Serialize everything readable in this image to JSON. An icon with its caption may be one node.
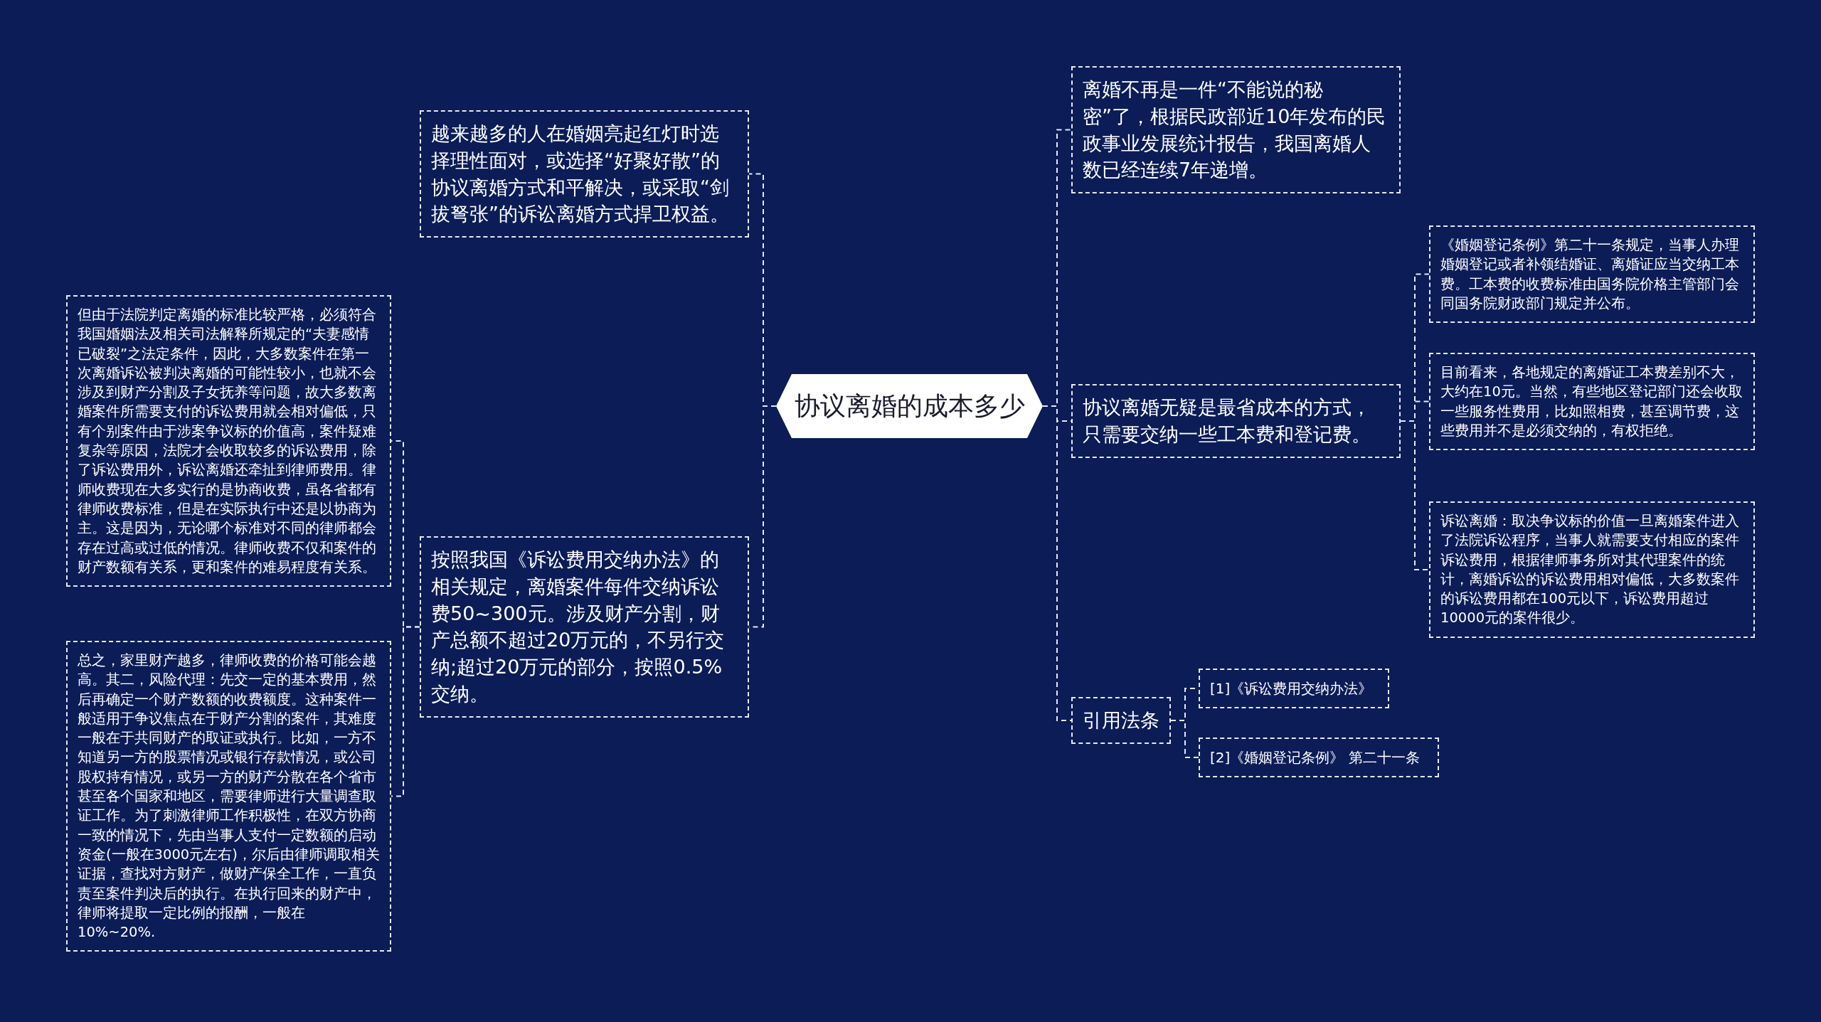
{
  "diagram": {
    "nodes": [
      {
        "text": [
          "协议离婚的成本多少"
        ]
      },
      {
        "text": [
          "越来越多的人在婚姻亮起红灯时选择理性面对，或选择“好聚好散”的协议离婚方式和平解决，或采取“剑拔弩张”的诉讼离婚方式捍卫权益。"
        ]
      },
      {
        "text": [
          "按照我国《诉讼费用交纳办法》的相关规定，离婚案件每件交纳诉讼费50~300元。涉及财产分割，财产总额不超过20万元的，不另行交纳;超过20万元的部分，按照0.5%交纳。"
        ]
      },
      {
        "text": [
          "但由于法院判定离婚的标准比较严格，必须符合我国婚姻法及相关司法解释所规定的“夫妻感情已破裂”之法定条件，因此，大多数案件在第一次离婚诉讼被判决离婚的可能性较小，也就不会涉及到财产分割及子女抚养等问题，故大多数离婚案件所需要支付的诉讼费用就会相对偏低，只有个别案件由于涉案争议标的价值高，案件疑难复杂等原因，法院才会收取较多的诉讼费用，除了诉讼费用外，诉讼离婚还牵扯到律师费用。律师收费现在大多实行的是协商收费，虽各省都有律师收费标准，但是在实际执行中还是以协商为主。这是因为，无论哪个标准对不同的律师都会存在过高或过低的情况。律师收费不仅和案件的财产数额有关系，更和案件的难易程度有关系。"
        ]
      },
      {
        "text": [
          "总之，家里财产越多，律师收费的价格可能会越高。其二，风险代理：先交一定的基本费用，然后再确定一个财产数额的收费额度。这种案件一般适用于争议焦点在于财产分割的案件，其难度一般在于共同财产的取证或执行。比如，一方不知道另一方的股票情况或银行存款情况，或公司股权持有情况，或另一方的财产分散在各个省市甚至各个国家和地区，需要律师进行大量调查取证工作。为了刺激律师工作积极性，在双方协商一致的情况下，先由当事人支付一定数额的启动资金(一般在3000元左右)，尔后由律师调取相关证据，查找对方财产，做财产保全工作，一直负责至案件判决后的执行。在执行回来的财产中，律师将提取一定比例的报酬，一般在10%~20%."
        ]
      },
      {
        "text": [
          "离婚不再是一件“不能说的秘密”了，根据民政部近10年发布的民政事业发展统计报告，我国离婚人数已经连续7年递增。"
        ]
      },
      {
        "text": [
          "协议离婚无疑是最省成本的方式，只需要交纳一些工本费和登记费。"
        ]
      },
      {
        "text": [
          "《婚姻登记条例》第二十一条规定，当事人办理婚姻登记或者补领结婚证、离婚证应当交纳工本费。工本费的收费标准由国务院价格主管部门会同国务院财政部门规定并公布。"
        ]
      },
      {
        "text": [
          "目前看来，各地规定的离婚证工本费差别不大，大约在10元。当然，有些地区登记部门还会收取一些服务性费用，比如照相费，甚至调节费，这些费用并不是必须交纳的，有权拒绝。"
        ]
      },
      {
        "text": [
          "诉讼离婚：取决争议标的价值一旦离婚案件进入了法院诉讼程序，当事人就需要支付相应的案件诉讼费用，根据律师事务所对其代理案件的统计，离婚诉讼的诉讼费用相对偏低，大多数案件的诉讼费用都在100元以下，诉讼费用超过10000元的案件很少。"
        ]
      },
      {
        "text": [
          "引用法条"
        ]
      },
      {
        "text": [
          "[1]《诉讼费用交纳办法》"
        ]
      },
      {
        "text": [
          "[2]《婚姻登记条例》 第二十一条"
        ]
      }
    ],
    "edges": [
      {
        "from": 0,
        "to": 1,
        "arrow": "none",
        "style": "dashed"
      },
      {
        "from": 0,
        "to": 2,
        "arrow": "none",
        "style": "dashed"
      },
      {
        "from": 2,
        "to": 3,
        "arrow": "none",
        "style": "dashed"
      },
      {
        "from": 2,
        "to": 4,
        "arrow": "none",
        "style": "dashed"
      },
      {
        "from": 0,
        "to": 5,
        "arrow": "none",
        "style": "dashed"
      },
      {
        "from": 0,
        "to": 6,
        "arrow": "none",
        "style": "dashed"
      },
      {
        "from": 6,
        "to": 7,
        "arrow": "none",
        "style": "dashed"
      },
      {
        "from": 6,
        "to": 8,
        "arrow": "none",
        "style": "dashed"
      },
      {
        "from": 6,
        "to": 9,
        "arrow": "none",
        "style": "dashed"
      },
      {
        "from": 0,
        "to": 10,
        "arrow": "none",
        "style": "dashed"
      },
      {
        "from": 10,
        "to": 11,
        "arrow": "none",
        "style": "dashed"
      },
      {
        "from": 10,
        "to": 12,
        "arrow": "none",
        "style": "dashed"
      }
    ]
  }
}
